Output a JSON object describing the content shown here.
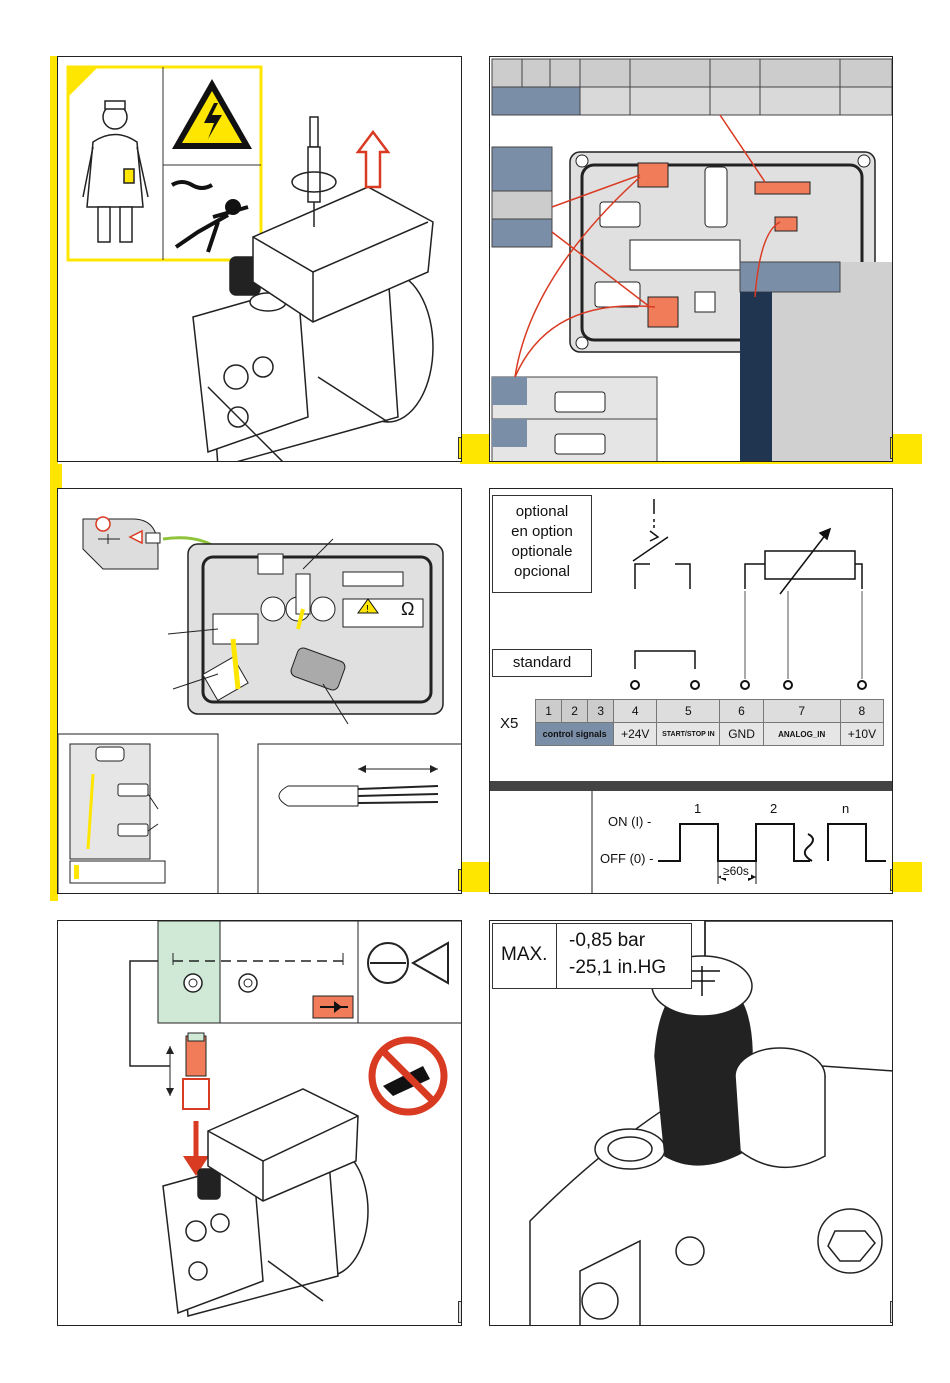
{
  "colors": {
    "accent_yellow": "#ffe600",
    "warning_red": "#d93a22",
    "steel_blue": "#7b8ea8",
    "navy": "#1f3550",
    "light_grey": "#d9d9d9",
    "green_tint": "#cfe9d6",
    "salmon": "#f07c5a"
  },
  "panels": {
    "p1": {
      "icons": [
        "technician-icon",
        "high-voltage-icon",
        "electric-shock-icon"
      ]
    },
    "p2": {},
    "p3": {
      "warning_symbol": "Ω"
    },
    "p4": {
      "optional_labels": [
        "optional",
        "en option",
        "optionale",
        "opcional"
      ],
      "standard_label": "standard",
      "connector": "X5",
      "pin_numbers": [
        "1",
        "2",
        "3",
        "4",
        "5",
        "6",
        "7",
        "8"
      ],
      "control_signals": "control signals",
      "pin_labels": [
        "+24V",
        "START/STOP IN",
        "GND",
        "ANALOG_IN",
        "+10V"
      ],
      "timing": {
        "on_label": "ON (I) -",
        "off_label": "OFF (0) -",
        "cycle_1": "1",
        "cycle_2": "2",
        "cycle_n": "n",
        "min_interval": "≥60s"
      }
    },
    "p5": {},
    "p6": {
      "max_label": "MAX.",
      "pressure_bar": "-0,85 bar",
      "pressure_inhg": "-25,1 in.HG"
    }
  }
}
